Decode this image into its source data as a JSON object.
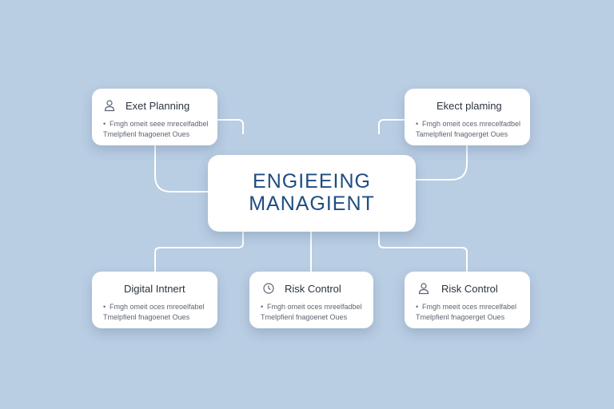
{
  "diagram": {
    "center": {
      "line1": "ENGIEEING",
      "line2": "MANAGIENT",
      "color": "#1f4d80"
    },
    "nodes": {
      "top_left": {
        "title": "Exet Planning",
        "icon": "person-icon",
        "line1": "Fmgh omeit seee mrecelfadbel",
        "line2": "Tmelpfienl fnagoenet Oues"
      },
      "top_right": {
        "title": "Ekect plaming",
        "line1": "Fmgh omeit oces mrecelfadbel",
        "line2": "Tamelpfienl fnagoerget Oues"
      },
      "bottom_left": {
        "title": "Digital Intnert",
        "line1": "Fmgh omeit oces mreoelfabel",
        "line2": "Tmelpfienl fnagoenet Oues"
      },
      "bottom_mid": {
        "title": "Risk Control",
        "icon": "clock-icon",
        "line1": "Fmgh omeit oces mreelfadbel",
        "line2": "Tmelpfienl fnagoenet Oues"
      },
      "bottom_right": {
        "title": "Risk Control",
        "icon": "person-icon",
        "line1": "Fmgh meeit oces mrecelfabel",
        "line2": "Tmelpfienl fnagoerget Oues"
      }
    },
    "colors": {
      "background": "#b9cde3",
      "card": "#ffffff",
      "connector": "#ffffff",
      "accent": "#1f4d80"
    }
  }
}
